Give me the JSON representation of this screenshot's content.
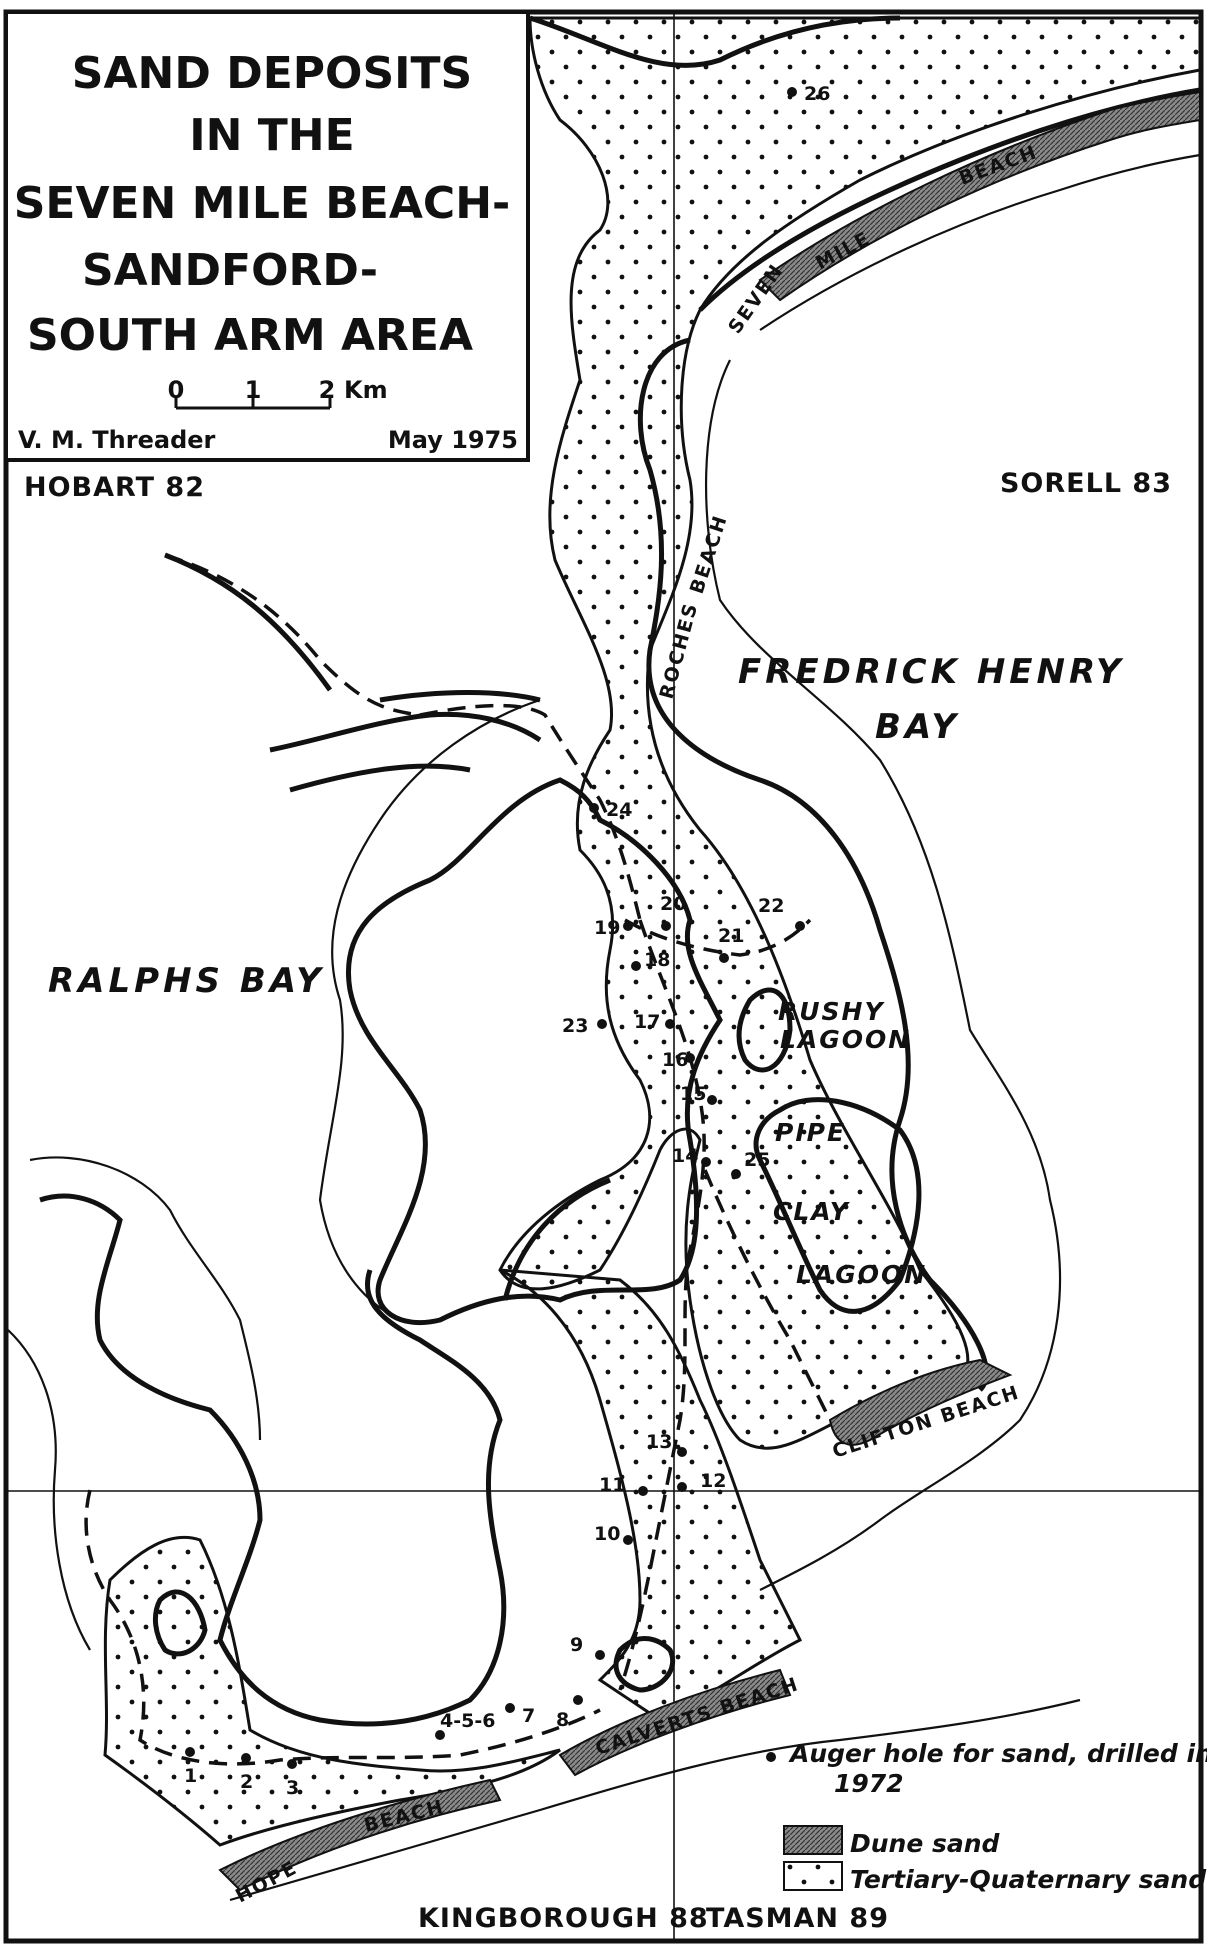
{
  "title": {
    "line1": "SAND DEPOSITS",
    "line2": "IN THE",
    "line3": "SEVEN MILE BEACH-",
    "line4": "SANDFORD-",
    "line5": "SOUTH ARM AREA"
  },
  "scale_bar": {
    "tick0": "0",
    "tick1": "1",
    "tick2": "2",
    "unit": "Km"
  },
  "author": "V. M. Threader",
  "date": "May 1975",
  "sheet_names": {
    "nw": "HOBART 82",
    "ne": "SORELL 83",
    "sw": "KINGBOROUGH 88",
    "se": "TASMAN 89"
  },
  "water_bodies": {
    "fredrick_henry_1": "FREDRICK HENRY",
    "fredrick_henry_2": "BAY",
    "ralphs": "RALPHS BAY"
  },
  "lagoons": {
    "rushy_1": "RUSHY",
    "rushy_2": "LAGOON",
    "pipe_1": "PIPE",
    "pipe_2": "CLAY",
    "pipe_3": "LAGOON"
  },
  "beaches": {
    "seven": "SEVEN",
    "mile": "MILE",
    "beach_word": "BEACH",
    "roches": "ROCHES",
    "roches_beach": "BEACH",
    "clifton": "CLIFTON BEACH",
    "calverts": "CALVERTS BEACH",
    "hope": "HOPE",
    "hope_beach": "BEACH"
  },
  "auger_holes": [
    {
      "id": "1"
    },
    {
      "id": "2"
    },
    {
      "id": "3"
    },
    {
      "id": "4-5-6"
    },
    {
      "id": "7"
    },
    {
      "id": "8"
    },
    {
      "id": "9"
    },
    {
      "id": "10"
    },
    {
      "id": "11"
    },
    {
      "id": "12"
    },
    {
      "id": "13"
    },
    {
      "id": "14"
    },
    {
      "id": "15"
    },
    {
      "id": "16"
    },
    {
      "id": "17"
    },
    {
      "id": "18"
    },
    {
      "id": "19"
    },
    {
      "id": "20"
    },
    {
      "id": "21"
    },
    {
      "id": "22"
    },
    {
      "id": "23"
    },
    {
      "id": "24"
    },
    {
      "id": "25"
    },
    {
      "id": "26"
    }
  ],
  "legend": {
    "auger_line1": "Auger hole for sand, drilled in",
    "auger_line2": "1972",
    "dune": "Dune sand",
    "tertiary": "Tertiary-Quaternary sand"
  },
  "colors": {
    "ink": "#111111",
    "paper": "#ffffff",
    "dune": "#6e6e6e"
  }
}
